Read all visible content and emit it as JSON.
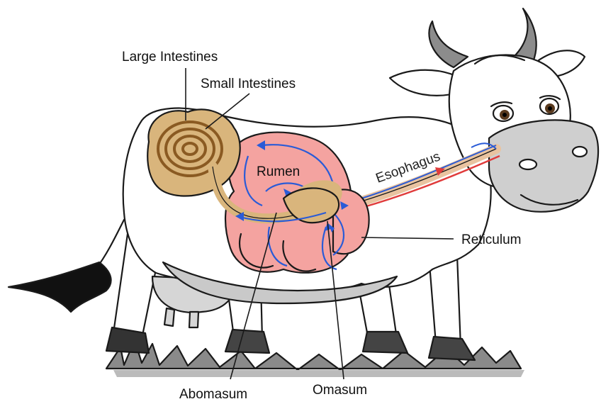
{
  "labels": {
    "large_intestines": "Large Intestines",
    "small_intestines": "Small Intestines",
    "rumen": "Rumen",
    "esophagus": "Esophagus",
    "reticulum": "Reticulum",
    "abomasum": "Abomasum",
    "omasum": "Omasum"
  },
  "colors": {
    "rumen_fill": "#f4a3a0",
    "intestine_fill": "#d9b57c",
    "flow_arrow": "#2a5bd7",
    "esophagus_red": "#e03b3b",
    "cow_patch": "#c9c9c9",
    "grass": "#777777",
    "background": "#ffffff"
  }
}
